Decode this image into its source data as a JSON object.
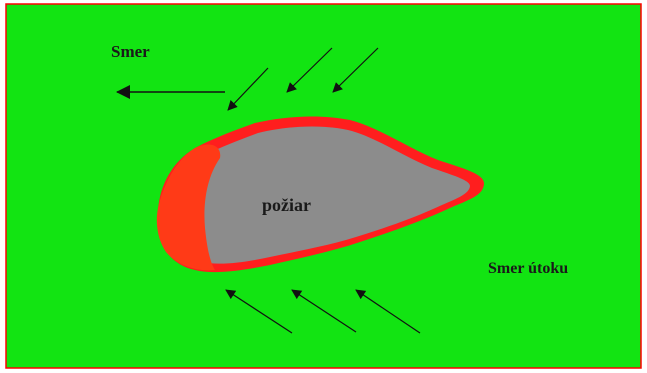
{
  "labels": {
    "direction": "Smer",
    "fire": "požiar",
    "attack_direction": "Smer útoku"
  },
  "colors": {
    "background": "#12e412",
    "frame": "#ff0000",
    "fire_area": "#8c8c8c",
    "fire_edge": "#ff1e1e",
    "fire_front": "#ff3a17",
    "arrows": "#111111"
  },
  "icons": {
    "direction_arrow": "arrow-left-icon",
    "attack_arrows": "arrow-diagonal-icon"
  }
}
